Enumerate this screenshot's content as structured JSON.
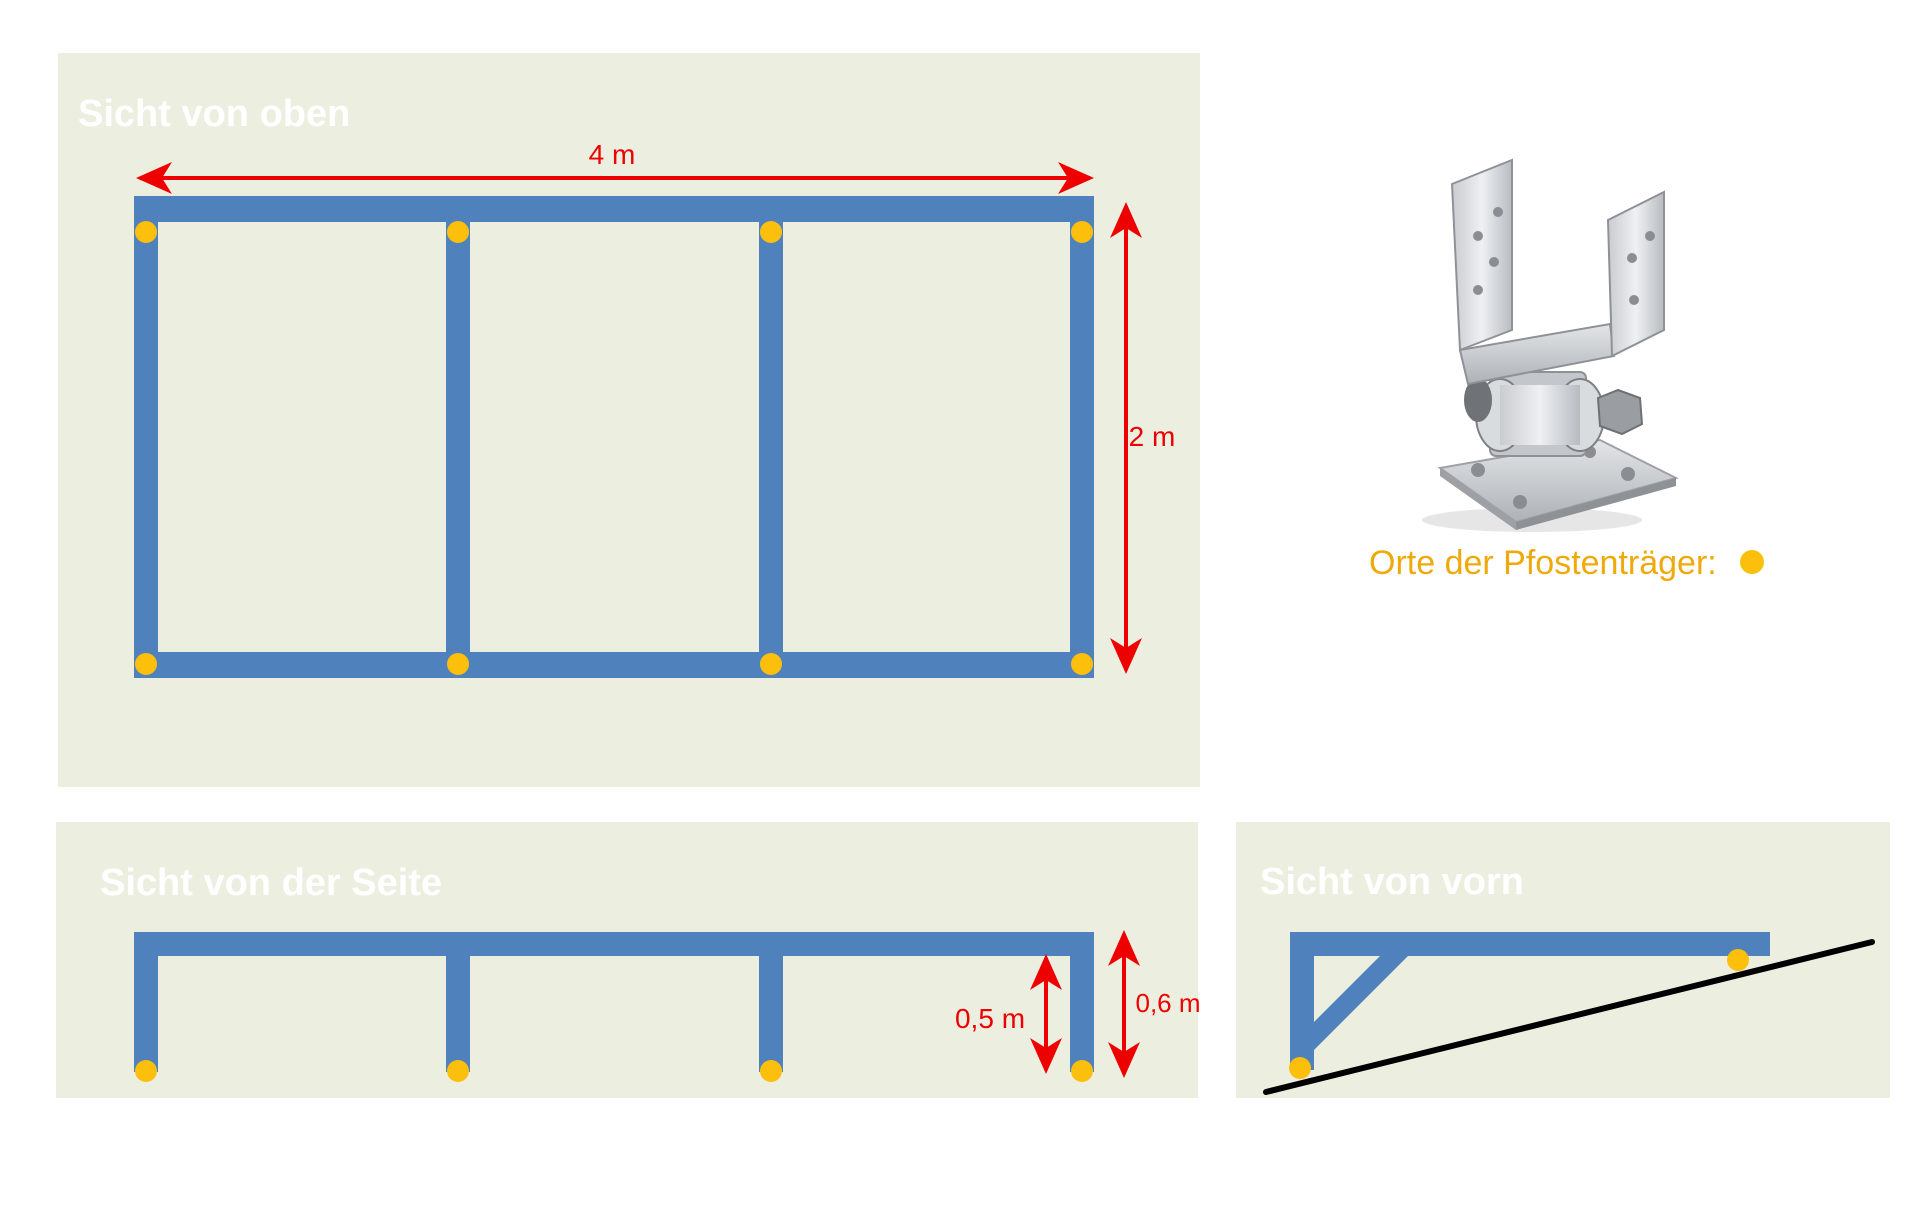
{
  "colors": {
    "panel_bg": "#ecefe0",
    "beam": "#4f81bd",
    "post_marker": "#fbbf0c",
    "dimension": "#ee0000",
    "ground": "#000000",
    "panel_title": "#ffffff",
    "legend_text": "#f0a90a"
  },
  "top_view": {
    "title": "Sicht von oben",
    "width_label": "4 m",
    "depth_label": "2 m"
  },
  "side_view": {
    "title": "Sicht von der Seite",
    "height_inner_label": "0,5 m",
    "height_outer_label": "0,6 m"
  },
  "front_view": {
    "title": "Sicht von vorn"
  },
  "legend": {
    "label": "Orte der Pfostenträger:",
    "icon": "post-bracket-icon"
  }
}
